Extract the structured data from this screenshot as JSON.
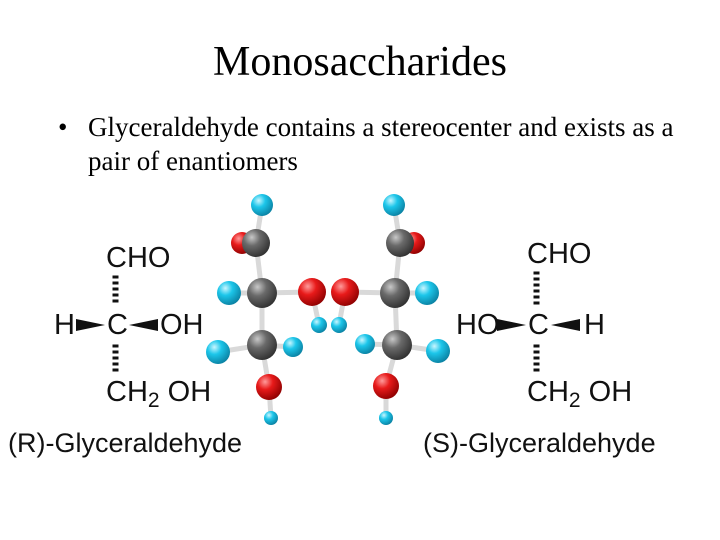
{
  "slide": {
    "title": "Monosaccharides",
    "bullet_marker": "•",
    "bullet_text": "Glyceraldehyde contains a stereocenter and exists as a pair of enantiomers"
  },
  "r_structure": {
    "top": "CHO",
    "left": "H",
    "center": "C",
    "right": "OH",
    "bottom_main": "CH",
    "bottom_sub": "2",
    "bottom_tail": " OH",
    "name": "(R)-Glyceraldehyde"
  },
  "s_structure": {
    "top": "CHO",
    "left": "HO",
    "center": "C",
    "right": "H",
    "bottom_main": "CH",
    "bottom_sub": "2",
    "bottom_tail": " OH",
    "name": "(S)-Glyceraldehyde"
  },
  "colors": {
    "carbon": "#5e5e5e",
    "oxygen": "#e01515",
    "hydrogen": "#16c2e6",
    "bond": "#d9d9d9"
  }
}
